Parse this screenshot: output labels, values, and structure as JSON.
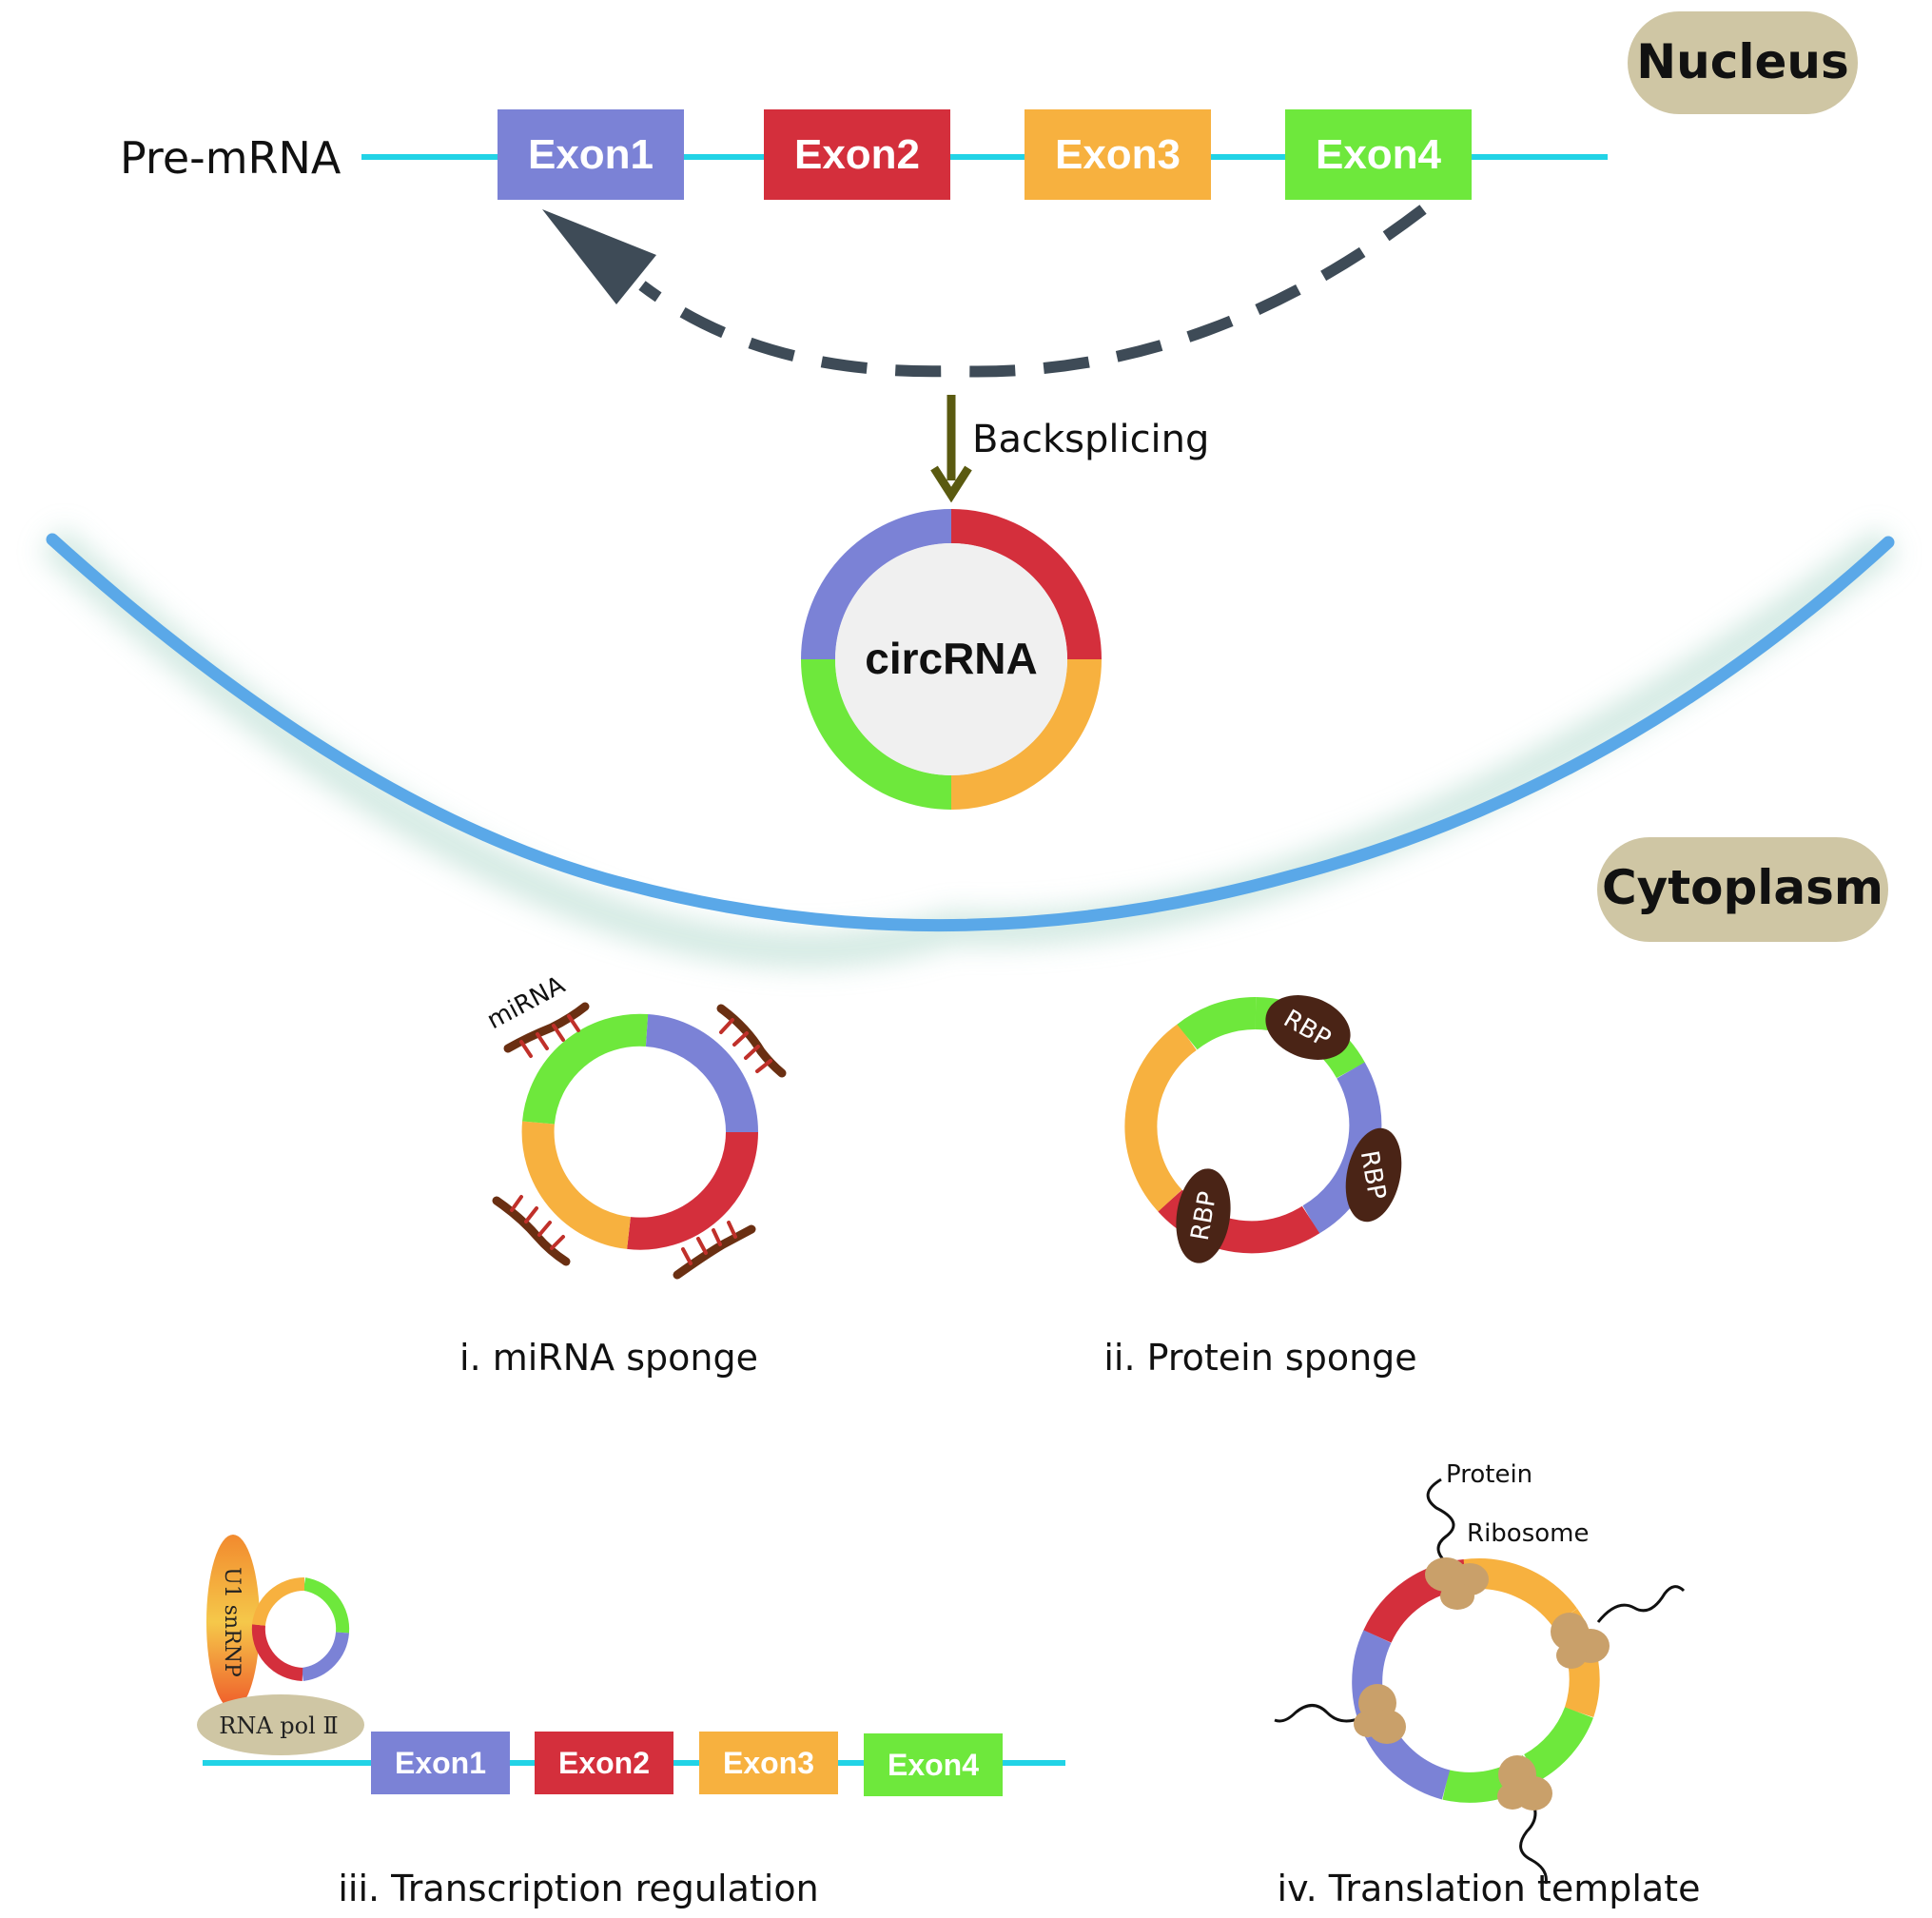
{
  "nucleus_badge": "Nucleus",
  "cytoplasm_badge": "Cytoplasm",
  "pre_mrna_label": "Pre-mRNA",
  "exons": [
    {
      "label": "Exon1",
      "color": "#7b82d6"
    },
    {
      "label": "Exon2",
      "color": "#d42f3c"
    },
    {
      "label": "Exon3",
      "color": "#f7b13f"
    },
    {
      "label": "Exon4",
      "color": "#6ee83c"
    }
  ],
  "backsplicing_label": "Backsplicing",
  "circrna_label": "circRNA",
  "mirna_label": "miRNA",
  "rbp_label": "RBP",
  "u1_label": "U1 snRNP",
  "rnapol_label": "RNA pol Ⅱ",
  "protein_label": "Protein",
  "ribosome_label": "Ribosome",
  "captions": {
    "i": "i. miRNA sponge",
    "ii": "ii. Protein sponge",
    "iii": "iii. Transcription regulation",
    "iv": "iv. Translation template"
  },
  "colors": {
    "strand": "#22d3e6",
    "membrane": "#5aa8e8",
    "badge": "#cfc6a4",
    "arrow_dash": "#3e4b57",
    "backsplice_arrow": "#5a5a10",
    "mirna": "#6a2f12",
    "mirna_rungs": "#c0302a",
    "rbp": "#4a2416",
    "ribosome": "#c9a06a"
  }
}
